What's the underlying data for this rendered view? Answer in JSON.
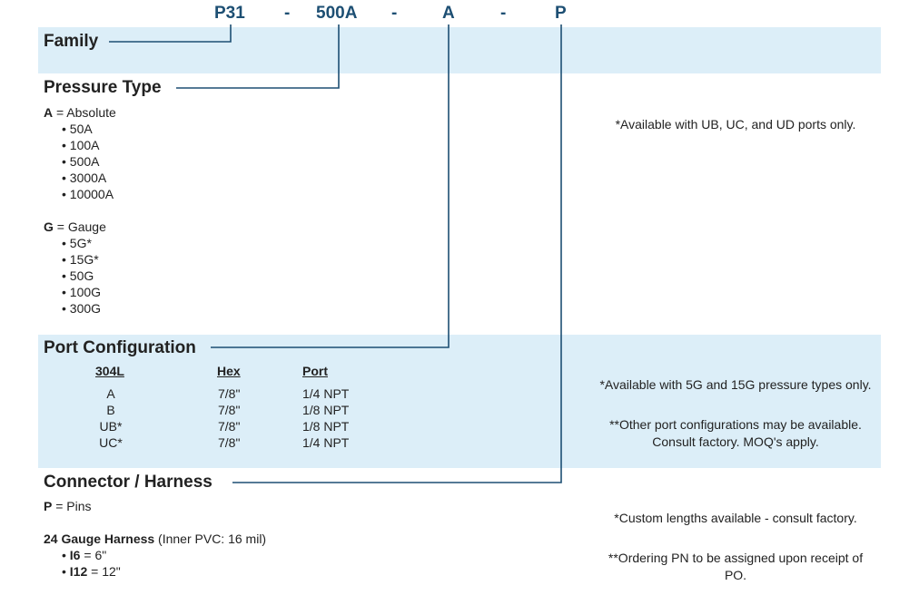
{
  "part_number": {
    "segments": [
      "P31",
      "500A",
      "A",
      "P"
    ],
    "separator": "-"
  },
  "colors": {
    "band": "#dceef8",
    "line": "#1d4f73",
    "text": "#222222"
  },
  "family": {
    "heading": "Family"
  },
  "pressure": {
    "heading": "Pressure Type",
    "absolute": {
      "code": "A",
      "label": " = Absolute",
      "items": [
        "• 50A",
        "• 100A",
        "• 500A",
        "• 3000A",
        "• 10000A"
      ]
    },
    "gauge": {
      "code": "G",
      "label": " = Gauge",
      "items": [
        "• 5G*",
        "• 15G*",
        "• 50G",
        "• 100G",
        "• 300G"
      ]
    },
    "note": "*Available with UB, UC, and UD ports only."
  },
  "port": {
    "heading": "Port Configuration",
    "headers": [
      "304L",
      "Hex",
      "Port"
    ],
    "rows": [
      [
        "A",
        "7/8\"",
        "1/4 NPT"
      ],
      [
        "B",
        "7/8\"",
        "1/8 NPT"
      ],
      [
        "UB*",
        "7/8\"",
        "1/8 NPT"
      ],
      [
        "UC*",
        "7/8\"",
        "1/4 NPT"
      ]
    ],
    "note1": "*Available with 5G and 15G pressure types only.",
    "note2_line1": "**Other port configurations may be available.",
    "note2_line2": "Consult factory. MOQ's apply."
  },
  "connector": {
    "heading": "Connector / Harness",
    "pins_code": "P",
    "pins_label": " = Pins",
    "harness_title": "24 Gauge Harness",
    "harness_detail": " (Inner PVC: 16 mil)",
    "items": [
      {
        "bullet": "• ",
        "code": "I6",
        "label": " = 6\""
      },
      {
        "bullet": "• ",
        "code": "I12",
        "label": " = 12\""
      }
    ],
    "note1": "*Custom lengths available - consult factory.",
    "note2_line1": "**Ordering PN to be assigned upon receipt of",
    "note2_line2": "PO."
  }
}
